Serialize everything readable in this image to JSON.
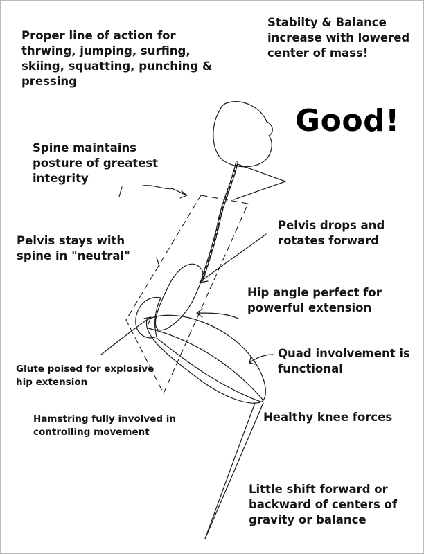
{
  "labels": {
    "action_line": "Proper line of action for\nthrwing, jumping, surfing,\nskiing, squatting, punching &\npressing",
    "stability": "Stabilty & Balance\nincrease with lowered\ncenter of mass!",
    "good": "Good!",
    "spine": "Spine maintains\nposture of greatest\nintegrity",
    "pelvis_neutral": "Pelvis stays with\nspine in \"neutral\"",
    "pelvis_drops": "Pelvis drops and\nrotates forward",
    "hip_angle": "Hip angle perfect for\npowerful extension",
    "quad": "Quad involvement is\nfunctional",
    "glute": "Glute poised for explosive\nhip extension",
    "knee": "Healthy knee forces",
    "hamstring": "Hamstring fully involved in\ncontrolling movement",
    "shift": "Little shift forward or\nbackward of centers of\ngravity or balance"
  },
  "colors": {
    "ink": "#141414",
    "frame": "#b9b9b9",
    "background": "#ffffff"
  }
}
